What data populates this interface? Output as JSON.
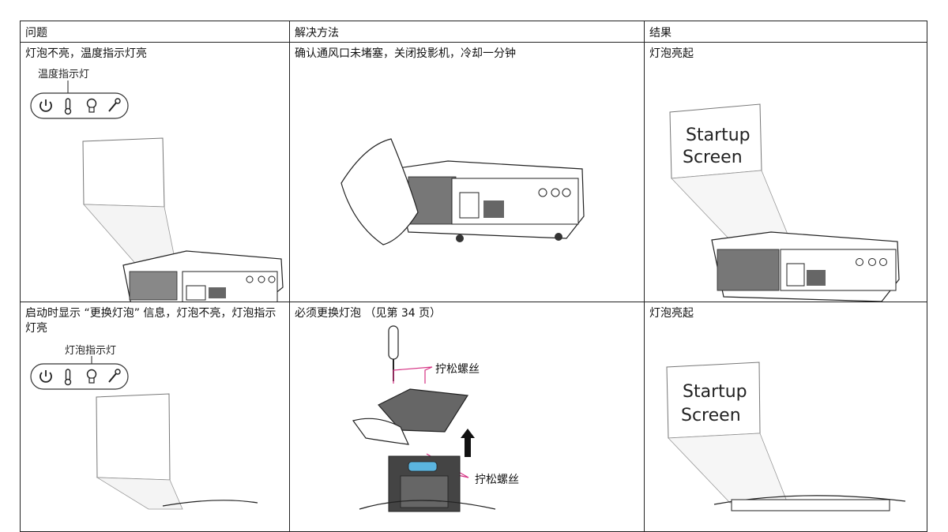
{
  "table": {
    "headers": [
      "问题",
      "解决方法",
      "结果"
    ],
    "rows": [
      {
        "problem": "灯泡不亮，温度指示灯亮",
        "indicator_label": "温度指示灯",
        "solution": "确认通风口未堵塞，关闭投影机，冷却一分钟",
        "result": "灯泡亮起",
        "screen_text": [
          "Startup",
          "Screen"
        ]
      },
      {
        "problem": "启动时显示 “更换灯泡” 信息，灯泡不亮，灯泡指示灯亮",
        "indicator_label": "灯泡指示灯",
        "solution": "必须更换灯泡 （见第 34 页）",
        "callout_top": "拧松螺丝",
        "callout_bottom": "拧松螺丝",
        "result": "灯泡亮起",
        "screen_text": [
          "Startup",
          "Screen"
        ]
      }
    ]
  },
  "icons": [
    "power-icon",
    "thermometer-icon",
    "lamp-icon",
    "wrench-icon"
  ],
  "colors": {
    "border": "#222222",
    "callout_line": "#d63384",
    "lamp_accent": "#5bb5e0"
  }
}
